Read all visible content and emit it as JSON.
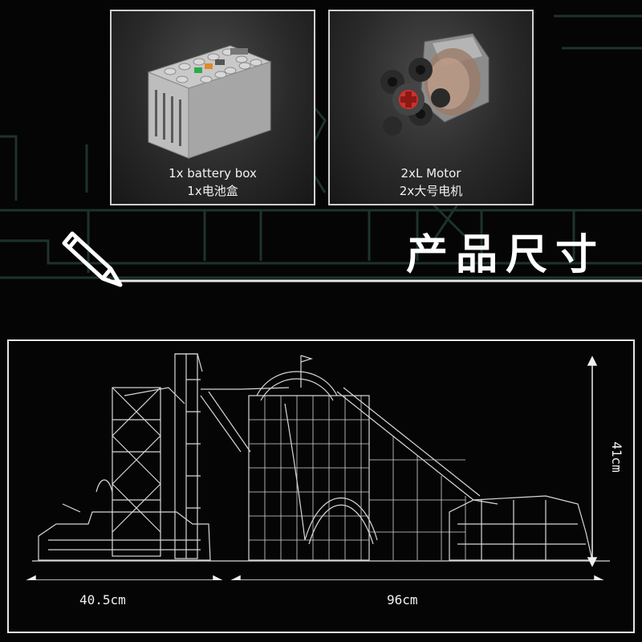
{
  "components": [
    {
      "caption_en": "1x battery box",
      "caption_cn": "1x电池盒",
      "icon": "battery-box-icon"
    },
    {
      "caption_en": "2xL Motor",
      "caption_cn": "2x大号电机",
      "icon": "l-motor-icon"
    }
  ],
  "section_title": "产品尺寸",
  "dimensions": {
    "width_left": "40.5cm",
    "width_right": "96cm",
    "height": "41cm"
  },
  "colors": {
    "background": "#050505",
    "accent_green": "#1f3b33",
    "line": "#e8e8e8",
    "motor_red": "#d0302a"
  }
}
